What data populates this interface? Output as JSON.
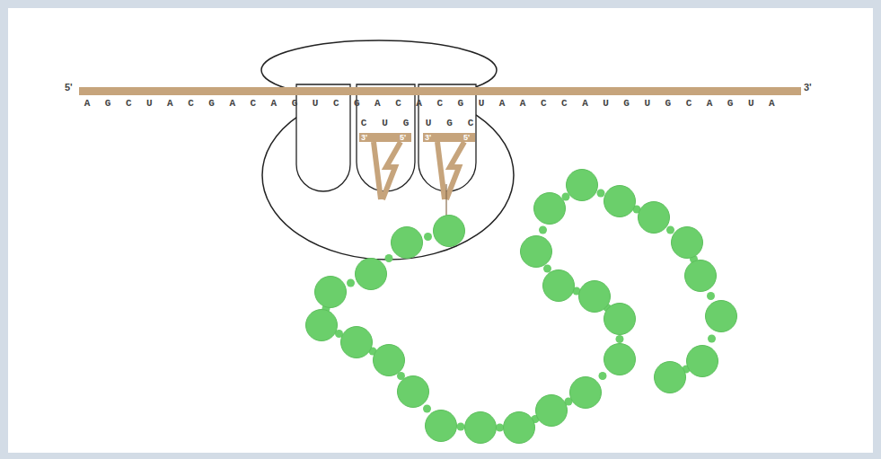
{
  "diagram": {
    "labels": [
      "5'",
      "A G C U A C G A C A G U C G A C A C G U A A C C A U G U G C A G U A",
      "3'",
      "C U G",
      "U G C",
      "3'",
      "5'",
      "3'",
      "5'"
    ]
  }
}
